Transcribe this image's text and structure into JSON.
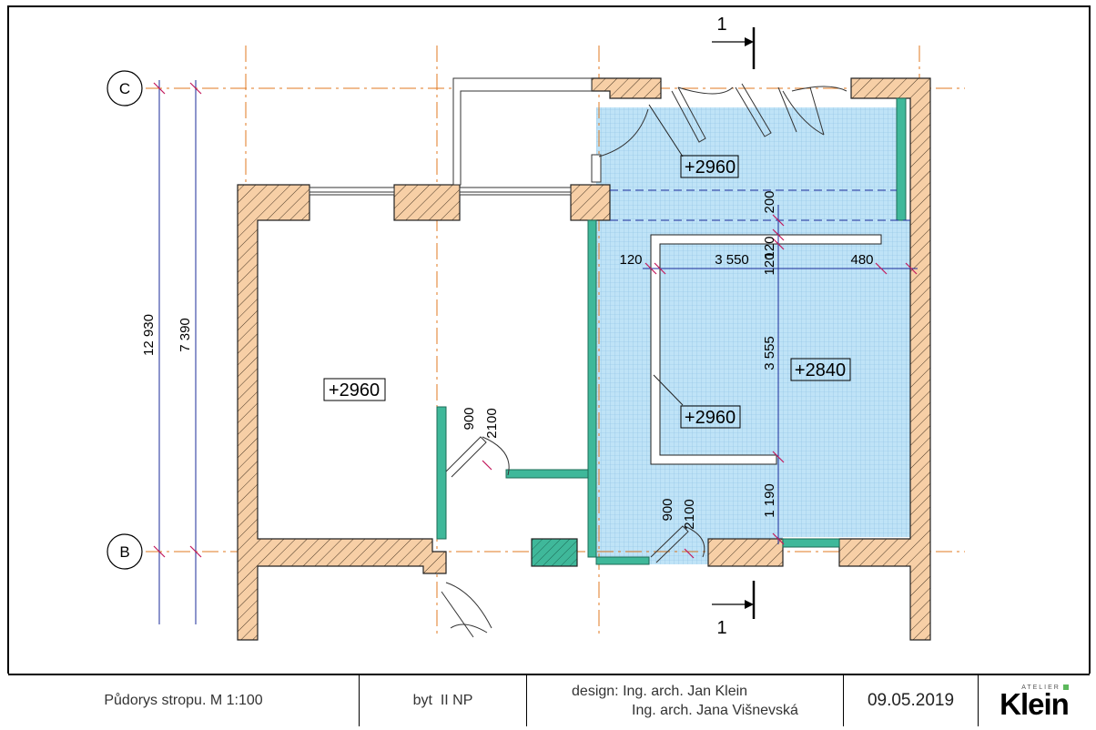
{
  "axes": [
    {
      "label": "C"
    },
    {
      "label": "B"
    }
  ],
  "section": {
    "label_top": "1",
    "label_bottom": "1"
  },
  "dimensions": {
    "overall_vertical": "12 930",
    "inner_vertical": "7 390",
    "top_200": "200",
    "top_120": "120",
    "left_120": "120",
    "width_3550": "3 550",
    "right_480": "480",
    "height_3555": "3 555",
    "bottom_1190": "1 190",
    "door1_w": "900",
    "door1_h": "2100",
    "door2_w": "900",
    "door2_h": "2100"
  },
  "levels": {
    "top_room": "+2960",
    "left_room": "+2960",
    "inner_frame": "+2960",
    "main_room": "+2840"
  },
  "titleblock": {
    "drawing_title": "Půdorys stropu. M 1:100",
    "unit": "byt  II NP",
    "designer_line1": "design: Ing. arch. Jan Klein",
    "designer_line2": "Ing. arch. Jana Višnevská",
    "date": "09.05.2019",
    "logo_small": "ATELIER",
    "logo_big": "Klein"
  },
  "colors": {
    "wall_fill": "#f7cfa6",
    "wall_hatch": "#3a2a1a",
    "ceiling_fill": "#bfe3f7",
    "ceiling_grid": "#7fb6da",
    "partition": "#3fb89a",
    "axis_line": "#e07a22",
    "dim_line": "#1b2b9a",
    "dim_tick": "#c2185b"
  }
}
